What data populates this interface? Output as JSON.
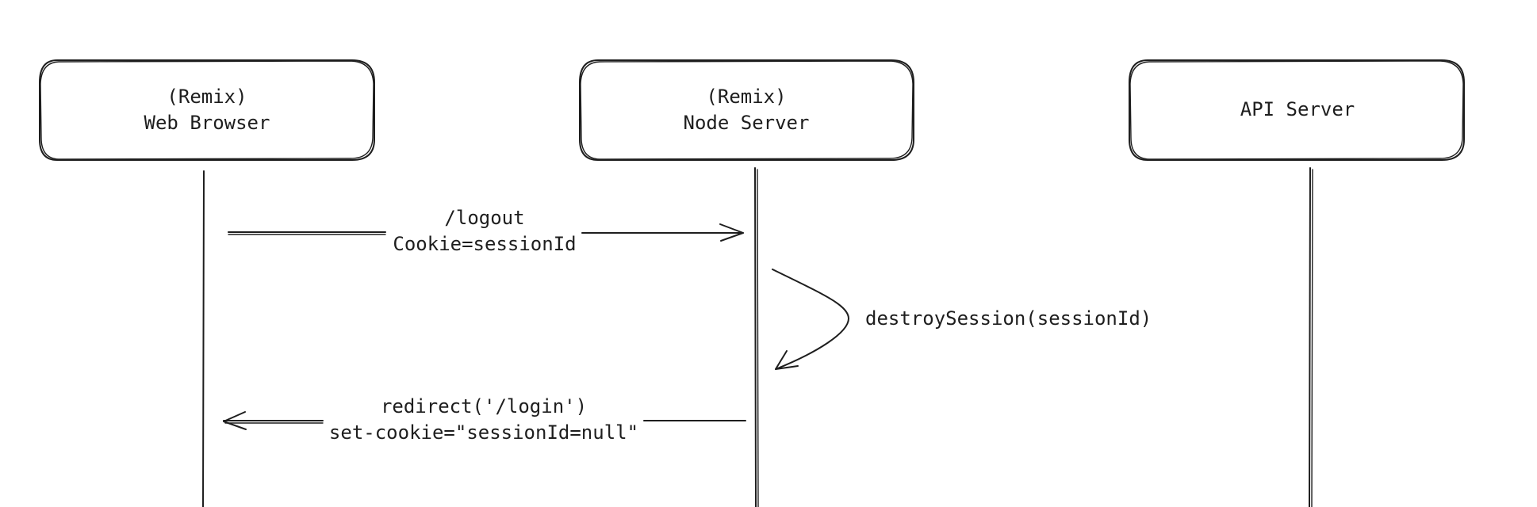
{
  "participants": [
    {
      "line1": "(Remix)",
      "line2": "Web Browser"
    },
    {
      "line1": "(Remix)",
      "line2": "Node Server"
    },
    {
      "line1": "",
      "line2": "API Server"
    }
  ],
  "messages": {
    "logout": {
      "line1": "/logout",
      "line2": "Cookie=sessionId"
    },
    "destroy": {
      "line1": "destroySession(sessionId)"
    },
    "redirect": {
      "line1": "redirect('/login')",
      "line2": "set-cookie=\"sessionId=null\""
    }
  }
}
